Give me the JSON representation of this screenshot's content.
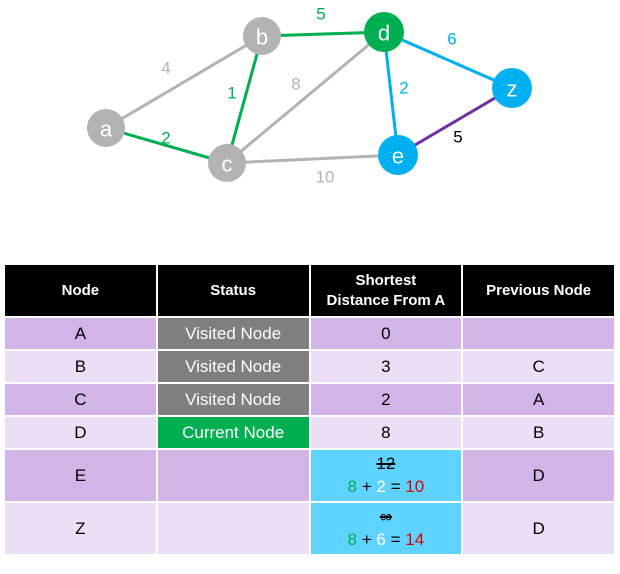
{
  "colors": {
    "gray": "#b3b3b3",
    "green": "#00b050",
    "blue": "#00b0f0",
    "purple": "#7030a0",
    "black": "#000000"
  },
  "graph": {
    "nodes": [
      {
        "id": "a",
        "label": "a",
        "color": "gray"
      },
      {
        "id": "b",
        "label": "b",
        "color": "gray"
      },
      {
        "id": "c",
        "label": "c",
        "color": "gray"
      },
      {
        "id": "d",
        "label": "d",
        "color": "green"
      },
      {
        "id": "e",
        "label": "e",
        "color": "blue"
      },
      {
        "id": "z",
        "label": "z",
        "color": "blue"
      }
    ],
    "edges": [
      {
        "from": "a",
        "to": "b",
        "weight": "4",
        "color": "gray"
      },
      {
        "from": "a",
        "to": "c",
        "weight": "2",
        "color": "green"
      },
      {
        "from": "b",
        "to": "c",
        "weight": "1",
        "color": "green"
      },
      {
        "from": "b",
        "to": "d",
        "weight": "5",
        "color": "green"
      },
      {
        "from": "c",
        "to": "d",
        "weight": "8",
        "color": "gray"
      },
      {
        "from": "c",
        "to": "e",
        "weight": "10",
        "color": "gray"
      },
      {
        "from": "d",
        "to": "e",
        "weight": "2",
        "color": "blue"
      },
      {
        "from": "d",
        "to": "z",
        "weight": "6",
        "color": "blue"
      },
      {
        "from": "e",
        "to": "z",
        "weight": "5",
        "color": "purple"
      }
    ]
  },
  "table": {
    "headers": {
      "node": "Node",
      "status": "Status",
      "dist_line1": "Shortest",
      "dist_line2": "Distance From A",
      "prev": "Previous Node"
    },
    "rows": [
      {
        "node": "A",
        "status": "Visited Node",
        "distance": "0",
        "previous": ""
      },
      {
        "node": "B",
        "status": "Visited Node",
        "distance": "3",
        "previous": "C"
      },
      {
        "node": "C",
        "status": "Visited Node",
        "distance": "2",
        "previous": "A"
      },
      {
        "node": "D",
        "status": "Current Node",
        "distance": "8",
        "previous": "B"
      },
      {
        "node": "E",
        "status": "",
        "old_distance": "12",
        "calc": {
          "a": "8",
          "op": "+",
          "b": "2",
          "eq": "=",
          "result": "10"
        },
        "previous": "D"
      },
      {
        "node": "Z",
        "status": "",
        "old_distance": "∞",
        "calc": {
          "a": "8",
          "op": "+",
          "b": "6",
          "eq": "=",
          "result": "14"
        },
        "previous": "D"
      }
    ]
  }
}
